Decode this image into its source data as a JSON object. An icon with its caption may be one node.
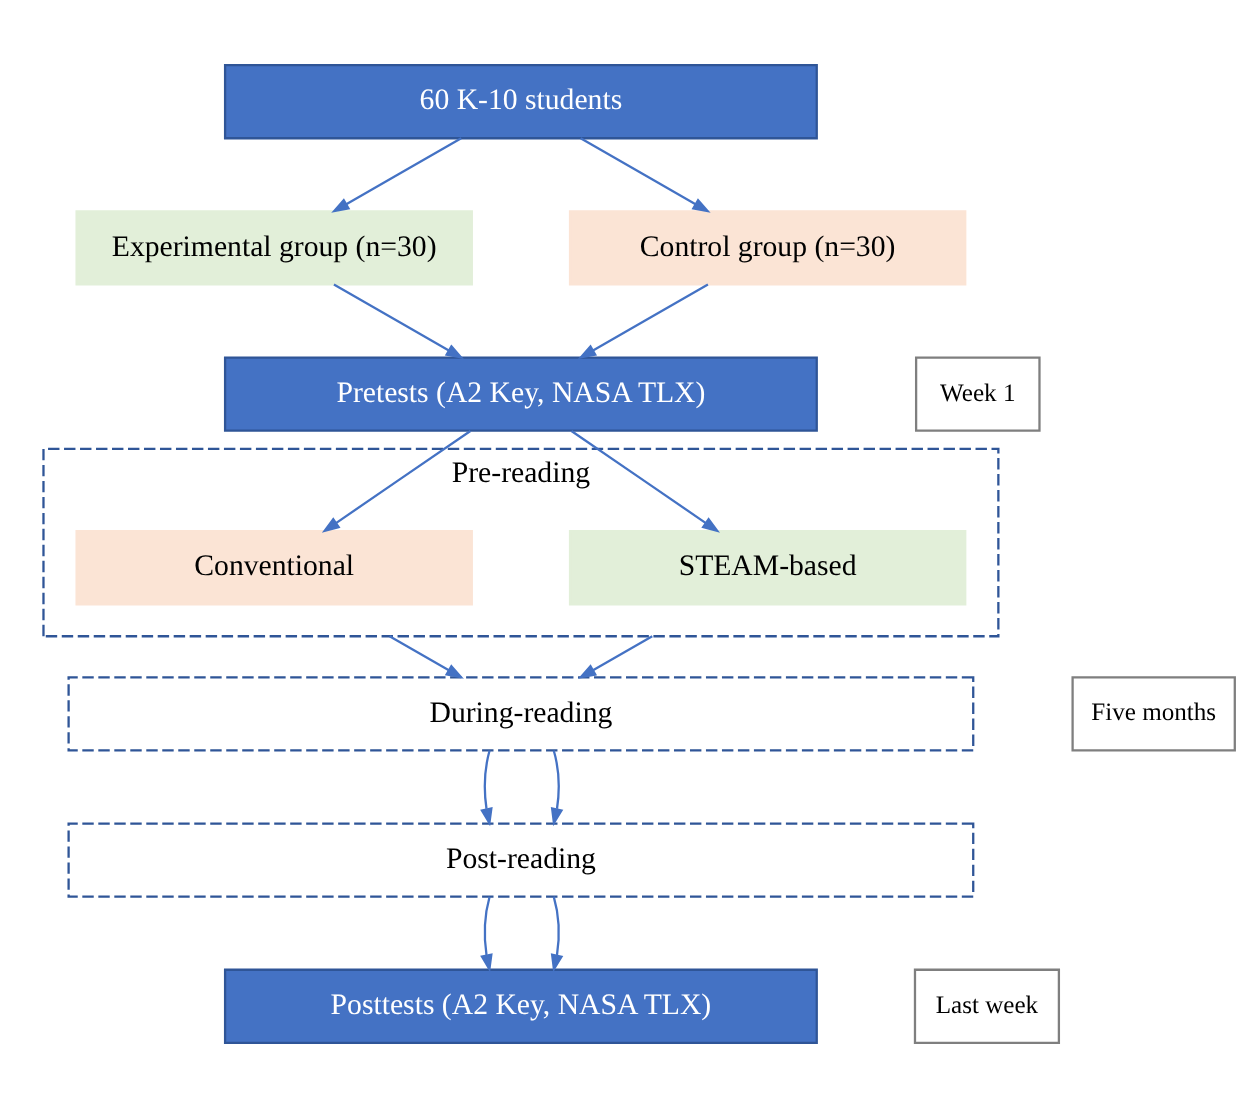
{
  "diagram": {
    "nodes": [
      {
        "text": [
          "60 K-10 students"
        ]
      },
      {
        "text": [
          "Experimental group (n=30)"
        ]
      },
      {
        "text": [
          "Control group (n=30)"
        ]
      },
      {
        "text": [
          "Pretests (A2 Key, NASA TLX)"
        ]
      },
      {
        "text": [
          "Pre-reading"
        ]
      },
      {
        "text": [
          "STEAM-based"
        ],
        "in": 4
      },
      {
        "text": [
          "Conventional"
        ],
        "in": 4
      },
      {
        "text": [
          "During-reading"
        ]
      },
      {
        "text": [
          "Post-reading"
        ]
      },
      {
        "text": [
          "Posttests (A2 Key, NASA TLX)"
        ]
      },
      {
        "text": [
          "Week 1"
        ]
      },
      {
        "text": [
          "Five months"
        ]
      },
      {
        "text": [
          "Last week"
        ]
      }
    ],
    "edges": [
      {
        "from": 0,
        "to": 1,
        "arrow": "to"
      },
      {
        "from": 0,
        "to": 2,
        "arrow": "to"
      },
      {
        "from": 1,
        "to": 3,
        "arrow": "to"
      },
      {
        "from": 2,
        "to": 3,
        "arrow": "to"
      },
      {
        "from": 3,
        "to": 5,
        "arrow": "to"
      },
      {
        "from": 3,
        "to": 6,
        "arrow": "to"
      },
      {
        "from": 4,
        "to": 7,
        "arrow": "to"
      },
      {
        "from": 4,
        "to": 7,
        "arrow": "to"
      },
      {
        "from": 7,
        "to": 8,
        "arrow": "to"
      },
      {
        "from": 7,
        "to": 8,
        "arrow": "to"
      },
      {
        "from": 8,
        "to": 9,
        "arrow": "to"
      },
      {
        "from": 8,
        "to": 9,
        "arrow": "to"
      }
    ]
  }
}
